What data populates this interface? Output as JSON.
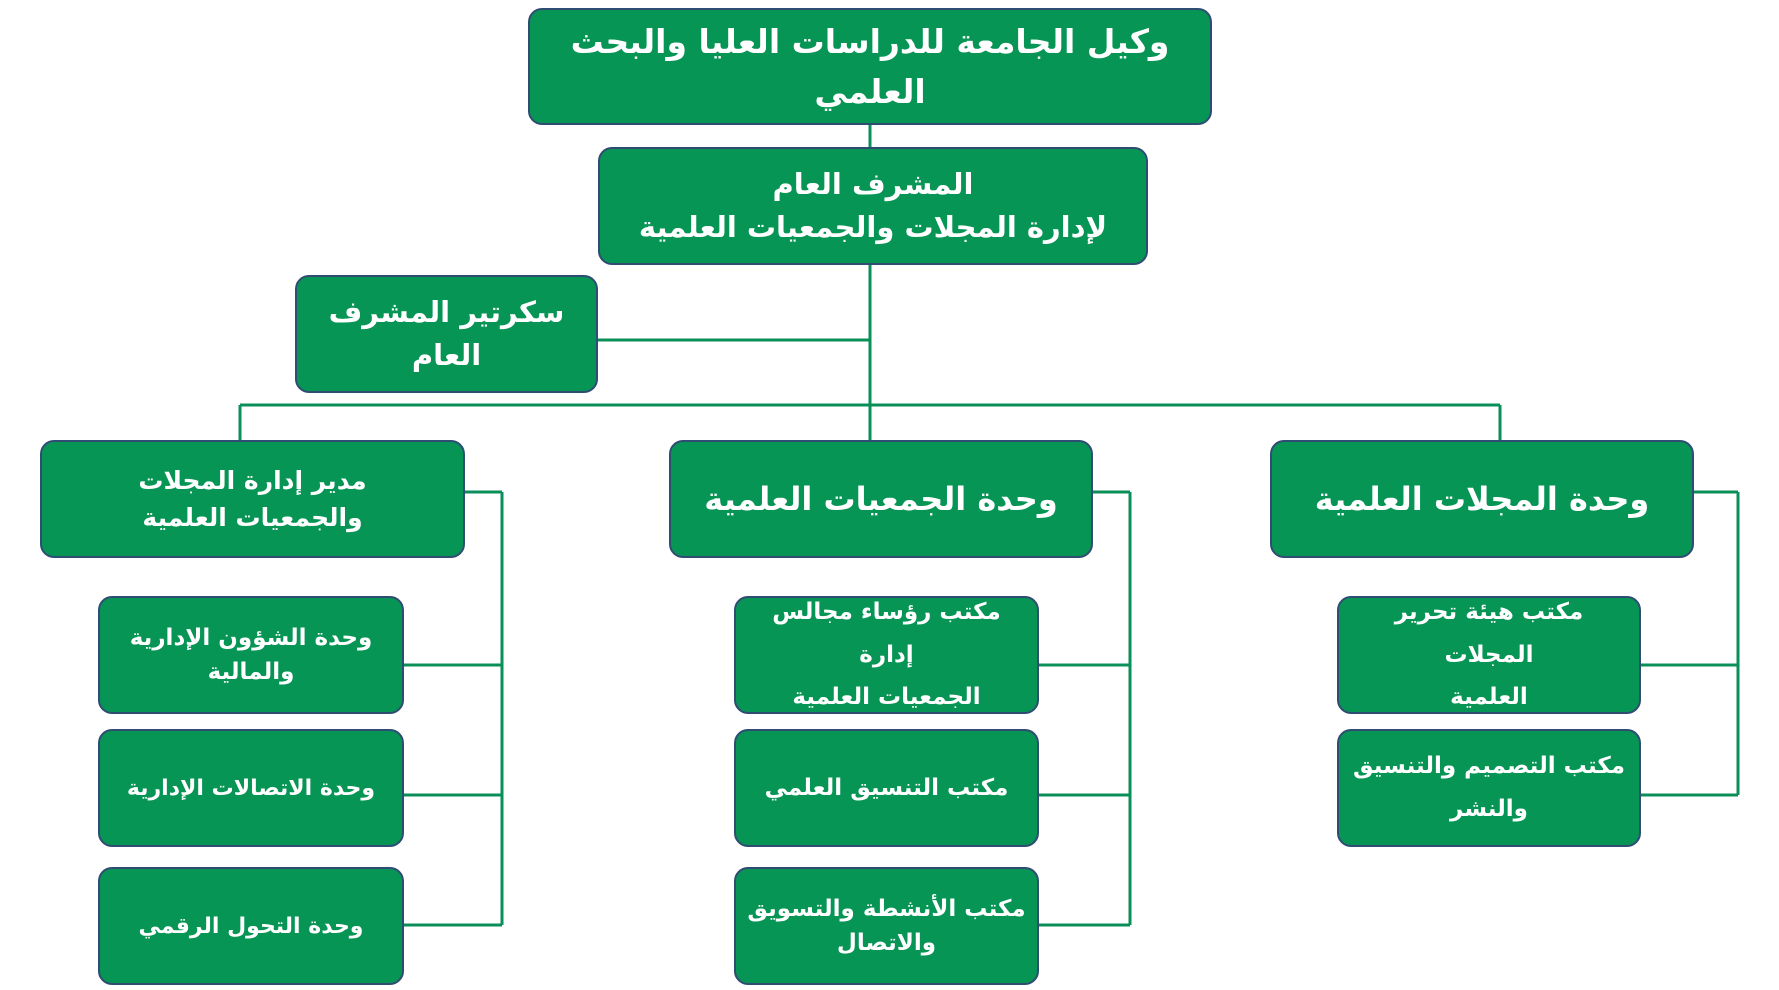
{
  "org_chart": {
    "vice_rector": "وكيل الجامعة للدراسات العليا والبحث العلمي",
    "general_supervisor": {
      "line1": "المشرف العام",
      "line2": "لإدارة المجلات والجمعيات العلمية"
    },
    "secretary": "سكرتير المشرف العام",
    "journals_unit": {
      "title": "وحدة المجلات العلمية",
      "offices": [
        {
          "line1": "مكتب هيئة تحرير المجلات",
          "line2": "العلمية"
        },
        {
          "line1": "مكتب التصميم والتنسيق",
          "line2": "والنشر"
        }
      ]
    },
    "societies_unit": {
      "title": "وحدة الجمعيات العلمية",
      "offices": [
        {
          "line1": "مكتب رؤساء مجالس إدارة",
          "line2": "الجمعيات العلمية"
        },
        {
          "line1": "مكتب التنسيق العلمي",
          "line2": ""
        },
        {
          "line1": "مكتب الأنشطة والتسويق",
          "line2": "والاتصال"
        }
      ]
    },
    "director": {
      "line1": "مدير إدارة المجلات",
      "line2": "والجمعيات العلمية",
      "units": [
        {
          "line1": "وحدة الشؤون الإدارية",
          "line2": "والمالية"
        },
        {
          "line1": "وحدة الاتصالات الإدارية",
          "line2": ""
        },
        {
          "line1": "وحدة التحول الرقمي",
          "line2": ""
        }
      ]
    }
  },
  "colors": {
    "box_fill": "#069555",
    "box_border": "#2f4d73",
    "connector": "#0b8f58",
    "text": "#ffffff"
  }
}
